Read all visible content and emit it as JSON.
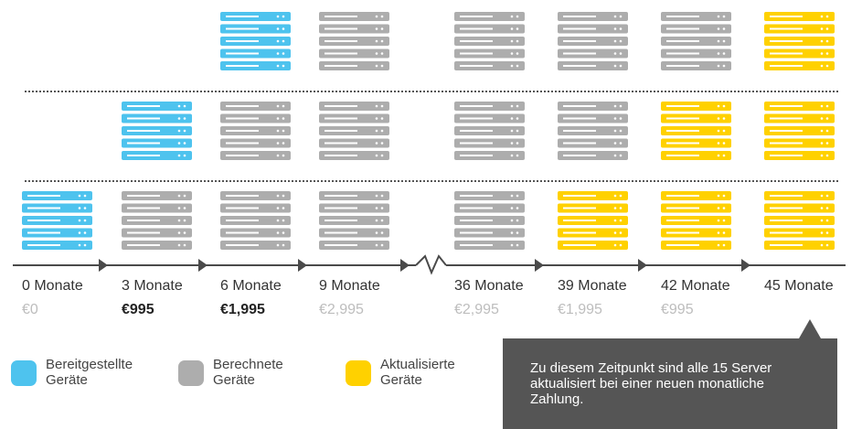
{
  "colors": {
    "provided": "#4ec3ee",
    "billed": "#adadad",
    "updated": "#ffd100",
    "timeline": "#4a4a4a"
  },
  "timeline": {
    "break_marker": "zigzag",
    "columns": [
      {
        "label": "0 Monate",
        "price": "€0",
        "price_style": "muted",
        "stacks": [
          "provided",
          null,
          null
        ]
      },
      {
        "label": "3 Monate",
        "price": "€995",
        "price_style": "bold",
        "stacks": [
          "billed",
          "provided",
          null
        ]
      },
      {
        "label": "6 Monate",
        "price": "€1,995",
        "price_style": "bold",
        "stacks": [
          "billed",
          "billed",
          "provided"
        ]
      },
      {
        "label": "9 Monate",
        "price": "€2,995",
        "price_style": "muted",
        "stacks": [
          "billed",
          "billed",
          "billed"
        ]
      },
      {
        "label": "36 Monate",
        "price": "€2,995",
        "price_style": "muted",
        "stacks": [
          "billed",
          "billed",
          "billed"
        ]
      },
      {
        "label": "39 Monate",
        "price": "€1,995",
        "price_style": "muted",
        "stacks": [
          "updated",
          "billed",
          "billed"
        ]
      },
      {
        "label": "42 Monate",
        "price": "€995",
        "price_style": "muted",
        "stacks": [
          "updated",
          "updated",
          "billed"
        ]
      },
      {
        "label": "45 Monate",
        "price": "",
        "price_style": "muted",
        "stacks": [
          "updated",
          "updated",
          "updated"
        ]
      }
    ]
  },
  "legend": [
    {
      "key": "provided",
      "label": "Bereitgestellte Geräte"
    },
    {
      "key": "billed",
      "label": "Berechnete Geräte"
    },
    {
      "key": "updated",
      "label": "Aktualisierte Geräte"
    }
  ],
  "callout": {
    "text": "Zu diesem Zeitpunkt sind alle 15 Server aktualisiert bei einer neuen monatliche Zahlung."
  }
}
